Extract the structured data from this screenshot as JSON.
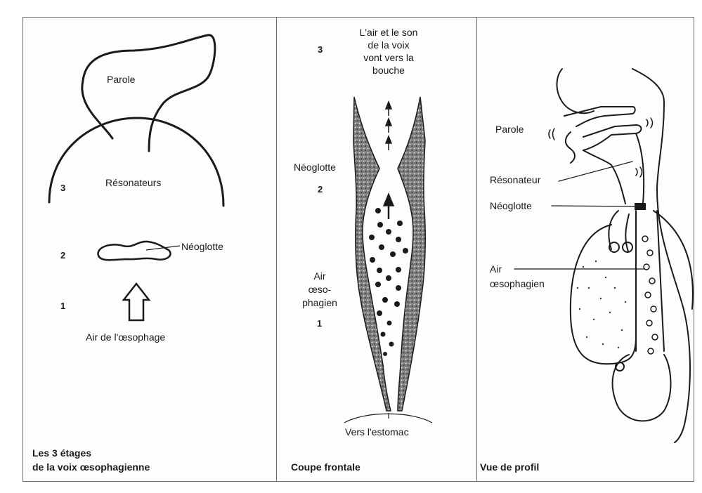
{
  "panel1": {
    "parole": "Parole",
    "resonateurs": "Résonateurs",
    "neoglotte": "Néoglotte",
    "air": "Air de l'œsophage",
    "n3": "3",
    "n2": "2",
    "n1": "1",
    "caption_line1": "Les 3 étages",
    "caption_line2": "de la voix œsophagienne"
  },
  "panel2": {
    "top_line1": "L'air et le son",
    "top_line2": "de la voix",
    "top_line3": "vont vers la",
    "top_line4": "bouche",
    "n3": "3",
    "n2": "2",
    "n1": "1",
    "neoglotte": "Néoglotte",
    "air_line1": "Air",
    "air_line2": "œso-",
    "air_line3": "phagien",
    "estomac": "Vers l'estomac",
    "caption": "Coupe frontale"
  },
  "panel3": {
    "parole": "Parole",
    "resonateur": "Résonateur",
    "neoglotte": "Néoglotte",
    "air_line1": "Air",
    "air_line2": "œsophagien",
    "caption": "Vue de profil"
  },
  "colors": {
    "ink": "#1a1a1a",
    "frame": "#6d6d6d",
    "stipple": "#3a3a3a"
  }
}
